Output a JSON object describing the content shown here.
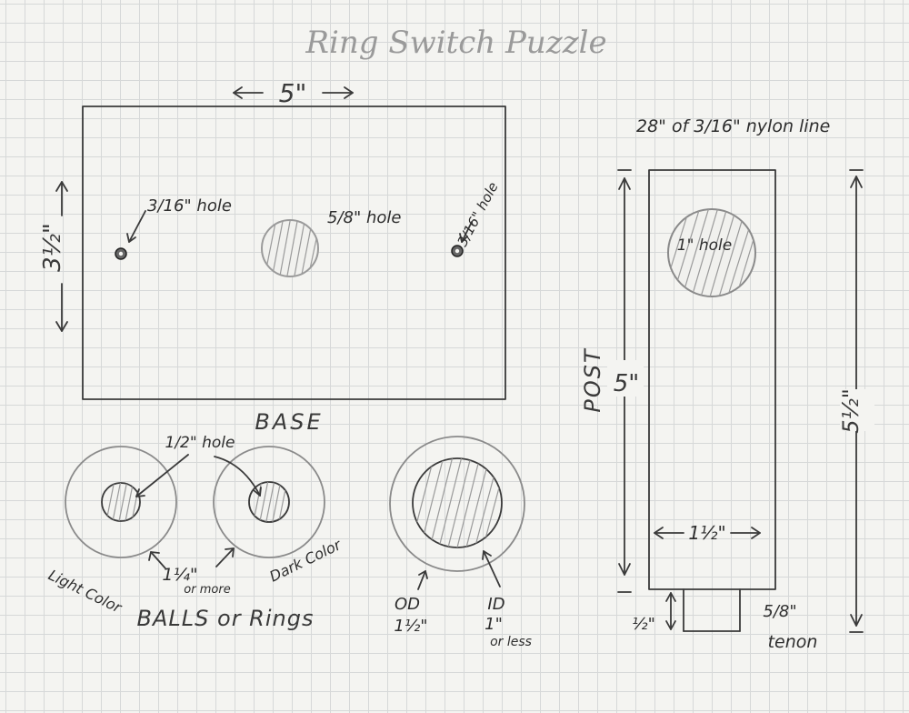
{
  "title": "Ring Switch Puzzle",
  "base": {
    "label": "BASE",
    "width": "5\"",
    "height": "3½\"",
    "small_hole_left": "3/16\" hole",
    "small_hole_right": "3/16\" hole",
    "center_hole": "5/8\" hole"
  },
  "balls": {
    "label": "BALLS or Rings",
    "hole": "1/2\" hole",
    "diameter": "1¼\"",
    "diameter_note": "or more",
    "left_ring": "Light Color",
    "right_ring": "Dark Color"
  },
  "ring": {
    "od_label": "OD",
    "od_value": "1½\"",
    "id_label": "ID",
    "id_value": "1\"",
    "id_note": "or less"
  },
  "post": {
    "label": "POST",
    "line": "28\" of 3/16\" nylon line",
    "hole": "1\" hole",
    "height": "5\"",
    "total_height": "5½\"",
    "width": "1½\"",
    "tenon_height": "½\"",
    "tenon_size": "5/8\"",
    "tenon_label": "tenon"
  }
}
